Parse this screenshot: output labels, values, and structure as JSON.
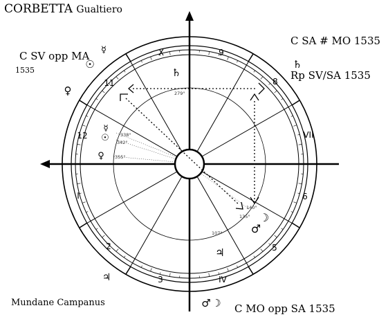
{
  "chart": {
    "name_main": "CORBETTA",
    "name_sub": "Gualtiero",
    "system": "Mundane Campanus"
  },
  "annotations": {
    "top_left_line1": "C SV opp MA",
    "top_left_line2": "1535",
    "top_right": "C SA # MO 1535",
    "right": "Rp SV/SA 1535",
    "bottom": "C MO opp SA 1535"
  },
  "houses": [
    {
      "label": "I"
    },
    {
      "label": "2"
    },
    {
      "label": "3"
    },
    {
      "label": "IV"
    },
    {
      "label": "5"
    },
    {
      "label": "6"
    },
    {
      "label": "VII"
    },
    {
      "label": "8"
    },
    {
      "label": "9"
    },
    {
      "label": "X"
    },
    {
      "label": "11"
    },
    {
      "label": "12"
    }
  ],
  "inner_planets": [
    {
      "glyph": "☿",
      "degree": "338°"
    },
    {
      "glyph": "☉",
      "degree": "342°"
    },
    {
      "glyph": "♀",
      "degree": "355°"
    },
    {
      "glyph": "♄",
      "degree": "279°"
    },
    {
      "glyph": "☽",
      "degree": "140°"
    },
    {
      "glyph": "♂",
      "degree": "135°"
    },
    {
      "glyph": "♃",
      "degree": "107°"
    }
  ],
  "outer_glyphs": [
    {
      "name": "sun",
      "glyph": "☉"
    },
    {
      "name": "mercury",
      "glyph": "☿"
    },
    {
      "name": "venus",
      "glyph": "♀"
    },
    {
      "name": "saturn-top-right",
      "glyph": "♄"
    },
    {
      "name": "jupiter",
      "glyph": "♃"
    },
    {
      "name": "mars",
      "glyph": "♂"
    },
    {
      "name": "moon",
      "glyph": "☽"
    }
  ]
}
